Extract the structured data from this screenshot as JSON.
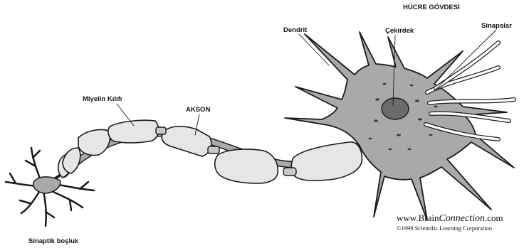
{
  "labels": {
    "cell_body": "HÜCRE GÖVDESİ",
    "dendrite": "Dendrit",
    "nucleus": "Çekirdek",
    "synapses": "Sinapslar",
    "myelin_sheath": "Miyelin Kılıfı",
    "axon": "AKSON",
    "synaptic_gap": "Sinaptik boşluk"
  },
  "credit": {
    "site_prefix": "www.Brain",
    "site_emphasis": "Connection",
    "site_suffix": ".com",
    "copyright": "©1999 Scientific Learning Corporation"
  },
  "colors": {
    "cell_fill": "#a9a9a9",
    "myelin_fill": "#e6e6e6",
    "outline": "#1a1a1a",
    "nucleus": "#6b6b6b"
  }
}
